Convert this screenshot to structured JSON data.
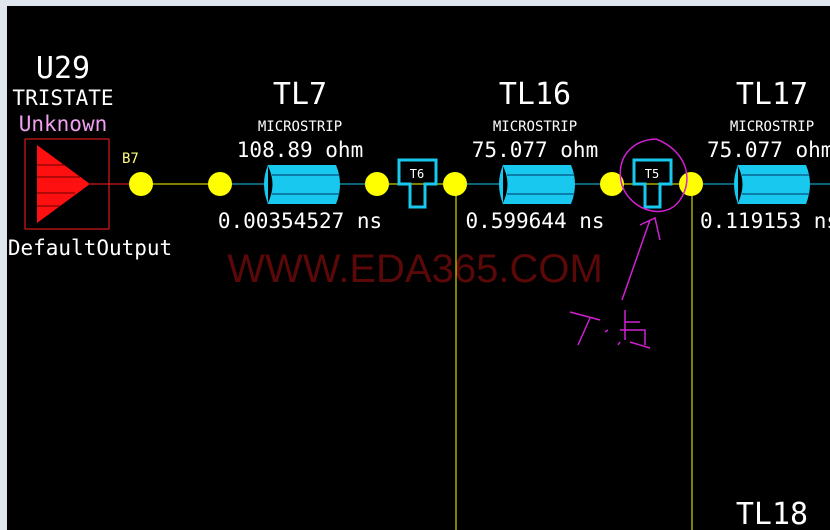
{
  "component": {
    "ref": "U29",
    "type": "TRISTATE",
    "model": "Unknown",
    "pin": "B7",
    "output": "DefaultOutput"
  },
  "lines": [
    {
      "name": "TL7",
      "kind": "MICROSTRIP",
      "impedance": "108.89 ohm",
      "delay": "0.00354527 ns"
    },
    {
      "name": "TL16",
      "kind": "MICROSTRIP",
      "impedance": "75.077 ohm",
      "delay": "0.599644 ns"
    },
    {
      "name": "TL17",
      "kind": "MICROSTRIP",
      "impedance": "75.077 ohm",
      "delay": "0.119153 ns"
    },
    {
      "name": "TL18"
    }
  ],
  "tees": [
    "T6",
    "T5"
  ],
  "annotation": "T点",
  "watermark": "WWW.EDA365.COM",
  "colors": {
    "background": "#000000",
    "net": "#ffff00",
    "line": "#18c8ee",
    "driver": "#ff1010",
    "annotation": "#d020d0",
    "watermark": "#5a0808"
  }
}
